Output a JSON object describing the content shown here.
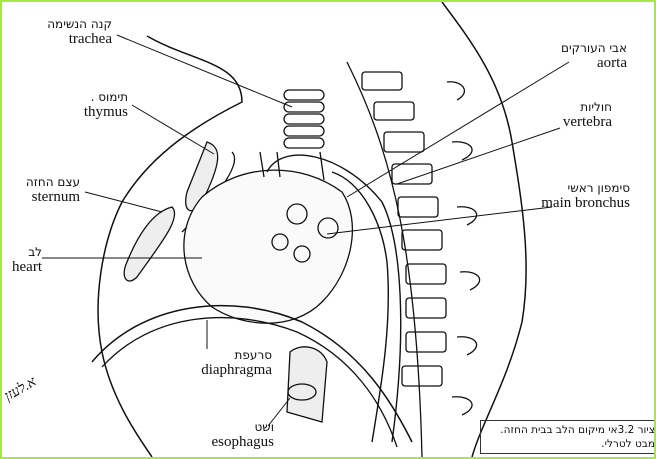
{
  "labels": {
    "trachea": {
      "he": "קנה הנשימה",
      "en": "trachea"
    },
    "thymus": {
      "he": "תימוס .",
      "en": "thymus"
    },
    "sternum": {
      "he": "עצם החזה",
      "en": "sternum"
    },
    "heart": {
      "he": "לב",
      "en": "heart"
    },
    "aorta": {
      "he": "אבי העורקים",
      "en": "aorta"
    },
    "vertebra": {
      "he": "חוליות",
      "en": "vertebra"
    },
    "bronchus": {
      "he": "סימפון ראשי",
      "en": "main bronchus"
    },
    "diaphragma": {
      "he": "סרעפת",
      "en": "diaphragma"
    },
    "esophagus": {
      "he": "ושט",
      "en": "esophagus"
    }
  },
  "caption": "ציור 3.2אי מיקום הלב בבית החזה. מבט לטרלי.",
  "signature": "א.לעזן"
}
